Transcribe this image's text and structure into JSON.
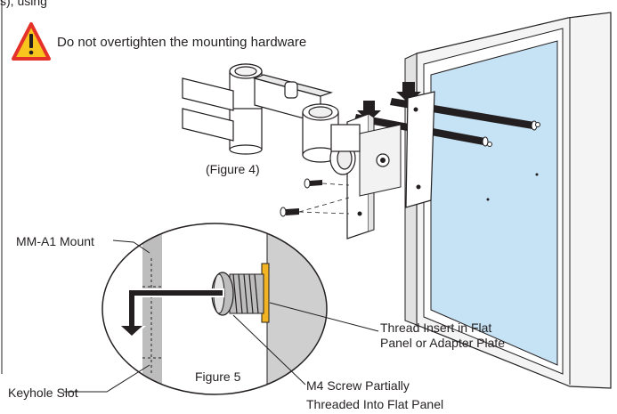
{
  "warning": {
    "text": "Do not overtighten the mounting hardware",
    "icon": "warning-triangle-icon",
    "color": "#e4322b"
  },
  "top_fragment": "s), using",
  "figure4_label": "(Figure 4)",
  "figure5_label": "Figure 5",
  "mount_label": "MM-A1 Mount",
  "keyhole_label": "Keyhole Slot",
  "thread_label": {
    "line1": "Thread Insert in Flat",
    "line2": "Panel or Adapter Plate"
  },
  "screw_label": {
    "line1": "M4 Screw Partially",
    "line2": "Threaded Into Flat Panel"
  },
  "colors": {
    "screen": "#c6e3f5",
    "insert": "#f2b422",
    "panel_gray": "#cfcfcf"
  }
}
